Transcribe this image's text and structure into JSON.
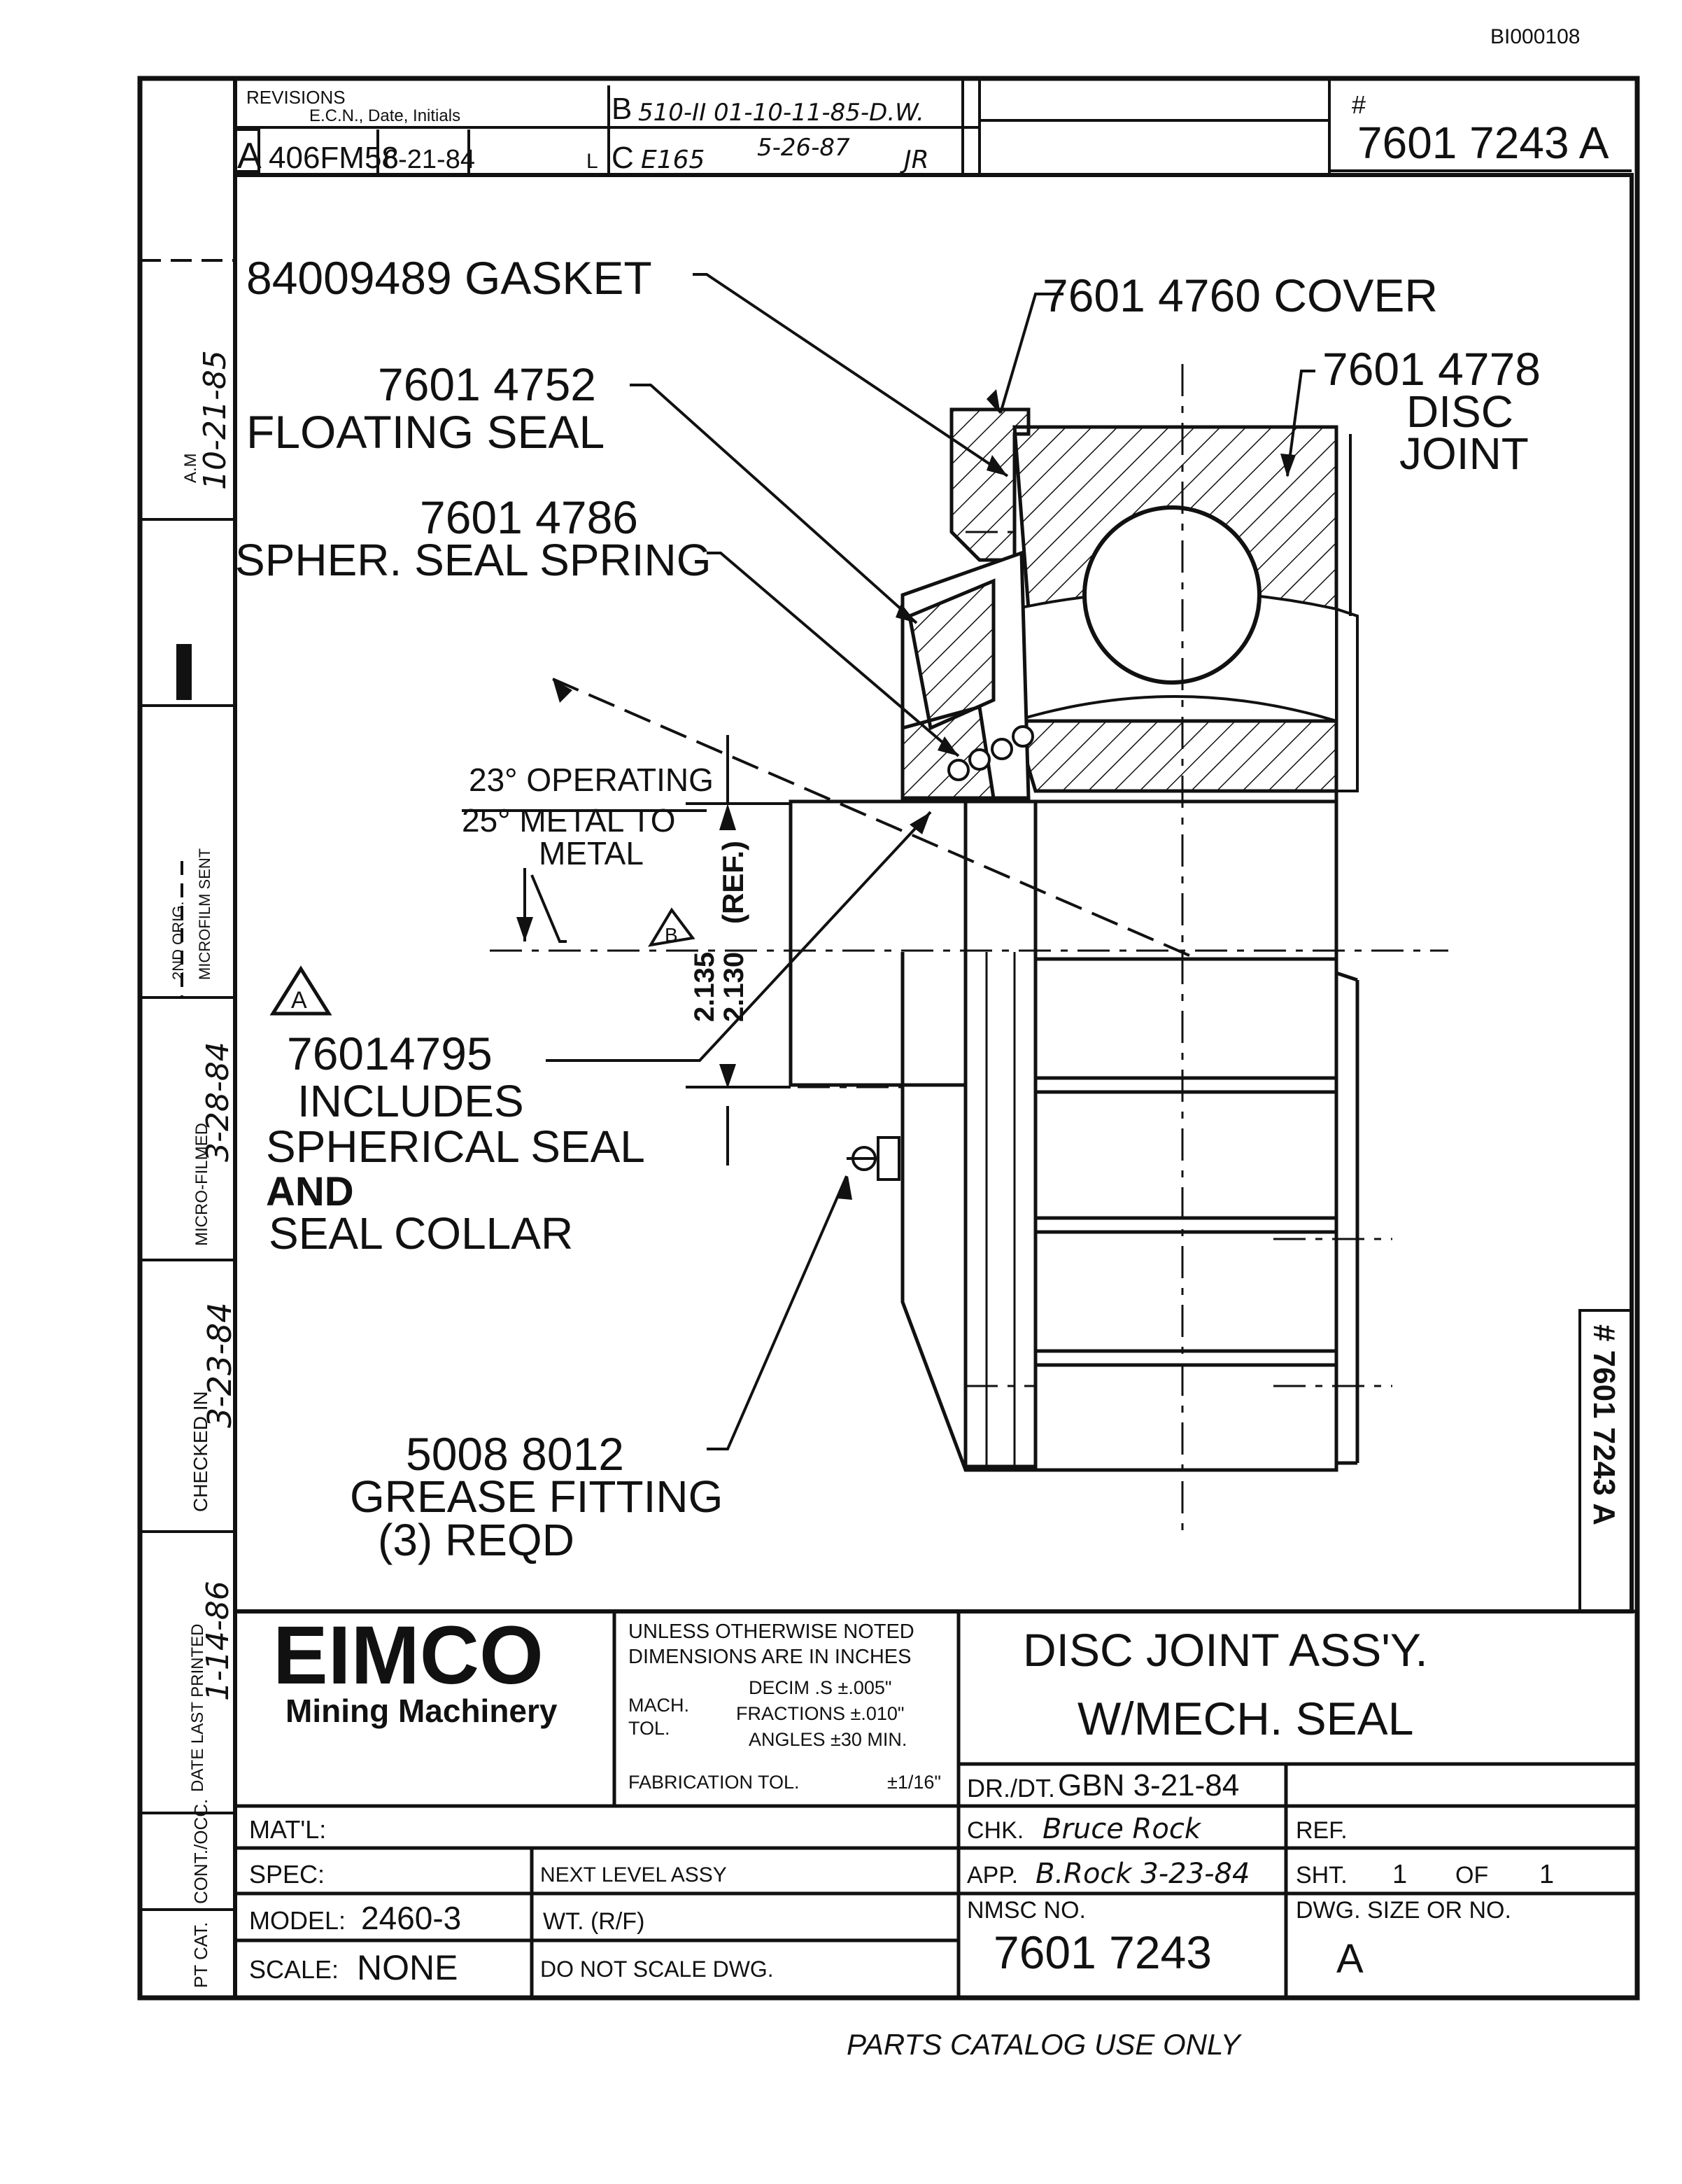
{
  "top_code": "BI000108",
  "revisions": {
    "header": "REVISIONS",
    "subheader": "E.C.N., Date, Initials",
    "rows": [
      {
        "letter": "A",
        "ecn": "406FM58",
        "date": "6-21-84",
        "initials": "L"
      },
      {
        "letter": "B",
        "text": "510-II 01-10-11-85-D.W."
      },
      {
        "letter": "C",
        "ecn": "E165",
        "date": "5-26-87",
        "initials": "JR"
      }
    ]
  },
  "drawing_number_box": {
    "hash": "#",
    "number": "7601 7243 A"
  },
  "side_drawing_number": "# 7601 7243 A",
  "left_strip": [
    {
      "label": "A.M",
      "value": "10-21-85"
    },
    {
      "label": "2ND ORIG.",
      "value": ""
    },
    {
      "label": "MICROFILM SENT",
      "value": ""
    },
    {
      "label": "MICRO-FILMED",
      "value": "3-28-84"
    },
    {
      "label": "CHECKED IN",
      "value": "3-23-84"
    },
    {
      "label": "DATE LAST PRINTED",
      "value": "1-14-86"
    },
    {
      "label": "CONT./OCC.",
      "value": ""
    },
    {
      "label": "PT CAT.",
      "value": ""
    }
  ],
  "callouts": {
    "gasket": "84009489 GASKET",
    "cover": "7601 4760 COVER",
    "disc_joint_num": "7601 4778",
    "disc_joint_l1": "DISC",
    "disc_joint_l2": "JOINT",
    "floating_num": "7601 4752",
    "floating_label": "FLOATING SEAL",
    "spring_num": "7601 4786",
    "spring_label": "SPHER. SEAL SPRING",
    "angle_1": "23° OPERATING",
    "angle_2": "25° METAL TO",
    "angle_3": "METAL",
    "dim_1": "2.135",
    "dim_2": "2.130",
    "dim_ref": "(REF.)",
    "delta_b": "B",
    "delta_a": "A",
    "spherical_num": "76014795",
    "spherical_l1": "INCLUDES",
    "spherical_l2": "SPHERICAL SEAL",
    "spherical_l3": "AND",
    "spherical_l4": "SEAL COLLAR",
    "grease_num": "5008 8012",
    "grease_l1": "GREASE FITTING",
    "grease_l2": "(3) REQD"
  },
  "title_block": {
    "company": "EIMCO",
    "company_sub": "Mining Machinery",
    "note_1": "UNLESS OTHERWISE NOTED",
    "note_2": "DIMENSIONS ARE IN INCHES",
    "tol_decim": "DECIM .S ±.005\"",
    "tol_mach_1": "MACH.",
    "tol_mach_2": "TOL.",
    "tol_frac": "FRACTIONS ±.010\"",
    "tol_angles": "ANGLES ±30 MIN.",
    "fab_tol": "FABRICATION TOL.",
    "fab_val": "±1/16\"",
    "title_1": "DISC JOINT ASS'Y.",
    "title_2": "W/MECH. SEAL",
    "dr_label": "DR./DT.",
    "dr_value": "GBN 3-21-84",
    "chk_label": "CHK.",
    "chk_value": "Bruce Rock",
    "app_label": "APP.",
    "app_value": "B.Rock 3-23-84",
    "ref_label": "REF.",
    "sht_label": "SHT.",
    "sht_value": "1",
    "of_label": "OF",
    "of_value": "1",
    "nmsc_label": "NMSC NO.",
    "nmsc_value": "7601 7243",
    "dwg_label": "DWG. SIZE OR NO.",
    "dwg_value": "A",
    "matl_label": "MAT'L:",
    "spec_label": "SPEC:",
    "next_label": "NEXT LEVEL ASSY",
    "model_label": "MODEL:",
    "model_value": "2460-3",
    "wt_label": "WT. (R/F)",
    "scale_label": "SCALE:",
    "scale_value": "NONE",
    "noscale": "DO NOT SCALE DWG."
  },
  "footer": "PARTS CATALOG USE ONLY"
}
